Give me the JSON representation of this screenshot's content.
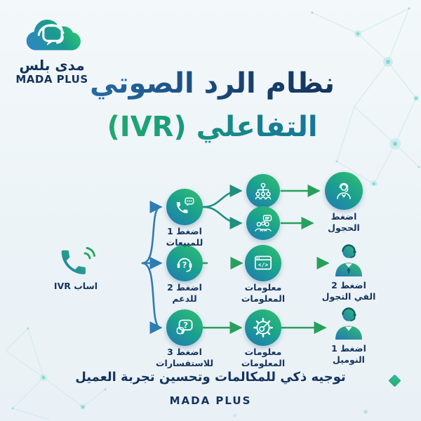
{
  "colors": {
    "background": "#ecf3f7",
    "navy": "#14335d",
    "blue_arrow": "#2e7cb2",
    "teal_arrow": "#1f8f7e",
    "green_arrow": "#27a05c",
    "circle_gradient_blue": "#2278b6",
    "circle_gradient_green": "#35c06d"
  },
  "logo": {
    "name_ar": "مدى بلس",
    "name_en": "MADA PLUS"
  },
  "title": {
    "line1": "نظام الرد الصوتي",
    "line2": "التفاعلي (IVR)"
  },
  "diagram": {
    "caller": {
      "label": "اساب IVR"
    },
    "options": [
      {
        "line1": "اضغط 1",
        "line2": "للمبيعات"
      },
      {
        "line1": "اضغط 2",
        "line2": "للدعم"
      },
      {
        "line1": "اضغط 3",
        "line2": "للاستفسارات"
      }
    ],
    "info_nodes": [
      {
        "line1": "معلومات",
        "line2": "المعلومات"
      },
      {
        "line1": "معلومات",
        "line2": "المعلومات"
      }
    ],
    "agents": [
      {
        "line1": "اضغط",
        "line2": "الحجول"
      },
      {
        "line1": "اضغط 2",
        "line2": "الفي التجول"
      },
      {
        "line1": "اضغط 1",
        "line2": "النوميل"
      }
    ]
  },
  "icon_glyphs": {
    "question_mark": "?",
    "code": "</>"
  },
  "footer": {
    "tagline": "توجيه ذكي للمكالمات وتحسين تجربة العميل",
    "brand": "MADA PLUS"
  }
}
